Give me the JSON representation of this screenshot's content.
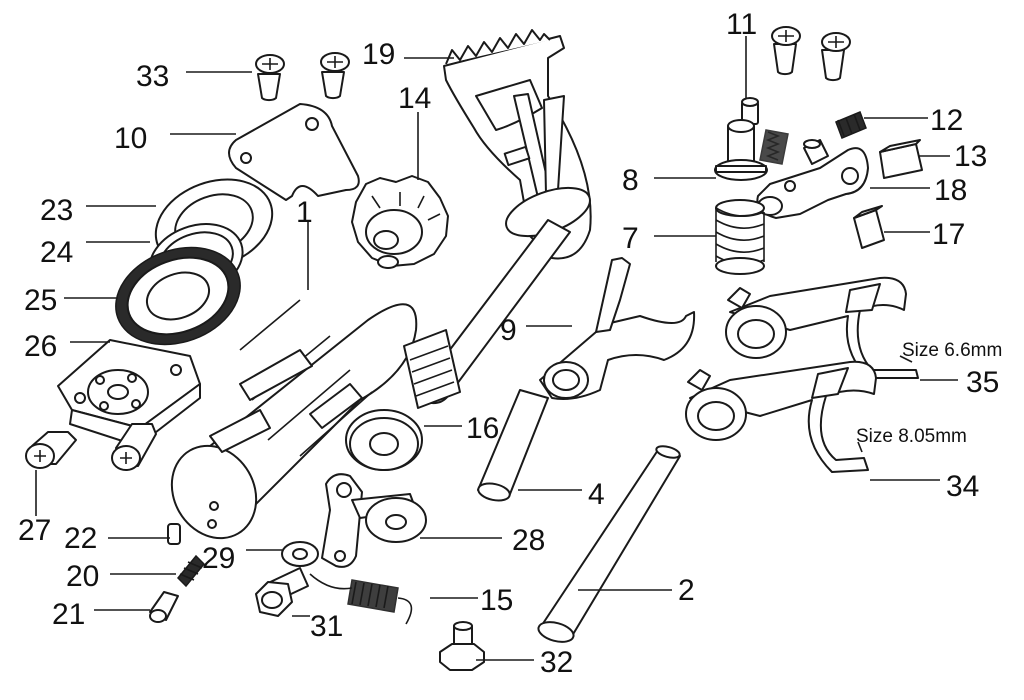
{
  "callouts": {
    "c1": "1",
    "c2": "2",
    "c4": "4",
    "c7": "7",
    "c8": "8",
    "c9": "9",
    "c10": "10",
    "c11": "11",
    "c12": "12",
    "c13": "13",
    "c14": "14",
    "c15": "15",
    "c16": "16",
    "c17": "17",
    "c18": "18",
    "c19": "19",
    "c20": "20",
    "c21": "21",
    "c22": "22",
    "c23": "23",
    "c24": "24",
    "c25": "25",
    "c26": "26",
    "c27": "27",
    "c28": "28",
    "c29": "29",
    "c31": "31",
    "c32": "32",
    "c33": "33",
    "c34": "34",
    "c35": "35"
  },
  "sizes": {
    "part35": "Size 6.6mm",
    "part34": "Size 8.05mm"
  }
}
